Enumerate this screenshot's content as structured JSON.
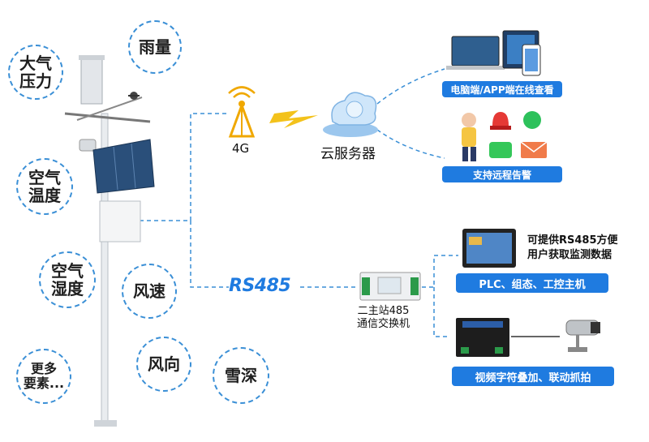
{
  "bubbles": {
    "pressure": "大气\n压力",
    "rain": "雨量",
    "air_temp": "空气\n温度",
    "air_humidity": "空气\n湿度",
    "wind_speed": "风速",
    "more": "更多\n要素...",
    "wind_dir": "风向",
    "snow": "雪深"
  },
  "network": {
    "label_4g": "4G",
    "cloud_label": "云服务器",
    "rs485_label": "RS485"
  },
  "pills": {
    "online_view": "电脑端/APP端在线查看",
    "remote_alarm": "支持远程告警",
    "plc": "PLC、组态、工控主机",
    "video": "视频字符叠加、联动抓拍"
  },
  "switch": {
    "label": "二主站485\n通信交换机"
  },
  "plc_desc": "可提供RS485方便\n用户获取监测数据",
  "colors": {
    "accent": "#1f7be0",
    "dashed": "#3a8fd6",
    "tower": "#f0a800"
  }
}
